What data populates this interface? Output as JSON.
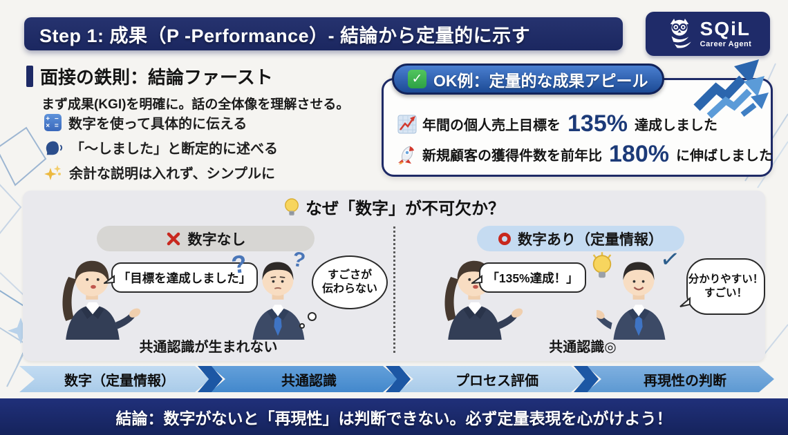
{
  "colors": {
    "navy": "#1e2a66",
    "badge_blue_top": "#4a7fd0",
    "badge_blue_bottom": "#1c4a95",
    "number_navy": "#1c3a78",
    "red": "#c8281e",
    "green": "#35ab4a",
    "arrow_light": "#b5d3ee",
    "arrow_mid": "#5697d6",
    "arrow_chevron": "#1c57a4",
    "panel_gray": "#e9e9ed"
  },
  "header": {
    "title": "Step 1: 成果（P -Performance）- 結論から定量的に示す",
    "logo_name": "SQiL",
    "logo_subtitle": "Career Agent"
  },
  "principles": {
    "heading": "面接の鉄則：結論ファースト",
    "subheading": "まず成果(KGI)を明確に。話の全体像を理解させる。",
    "calculator_row1": "+ −",
    "calculator_row2": "× =",
    "items": [
      {
        "icon": "calculator-icon",
        "text": "数字を使って具体的に伝える"
      },
      {
        "icon": "speaking-head-icon",
        "text": "「〜しました」と断定的に述べる"
      },
      {
        "icon": "sparkles-icon",
        "text": "余計な説明は入れず、シンプルに"
      }
    ]
  },
  "ok_example": {
    "check_glyph": "✓",
    "badge_label": "OK例：定量的な成果アピール",
    "items": [
      {
        "icon": "chart-up-icon",
        "pre": "年間の個人売上目標を",
        "number": "135%",
        "post": "達成しました"
      },
      {
        "icon": "rocket-icon",
        "pre": "新規顧客の獲得件数を前年比",
        "number": "180%",
        "post": "に伸ばしました"
      }
    ]
  },
  "why_panel": {
    "title": "なぜ「数字」が不可欠か？",
    "left": {
      "badge": "数字なし",
      "speech": "「目標を達成しました」",
      "question_mark_1": "?",
      "question_mark_2": "?",
      "thought_line1": "すごさが",
      "thought_line2": "伝わらない",
      "caption": "共通認識が生まれない"
    },
    "right": {
      "badge": "数字あり（定量情報）",
      "speech": "「135%達成！」",
      "check_glyph": "✓",
      "thought_line1": "分かりやすい！",
      "thought_line2": "すごい！",
      "caption": "共通認識◎"
    }
  },
  "flow": [
    {
      "label": "数字（定量情報）"
    },
    {
      "label": "共通認識"
    },
    {
      "label": "プロセス評価"
    },
    {
      "label": "再現性の判断"
    }
  ],
  "footer": {
    "text": "結論：数字がないと「再現性」は判断できない。必ず定量表現を心がけよう！"
  }
}
